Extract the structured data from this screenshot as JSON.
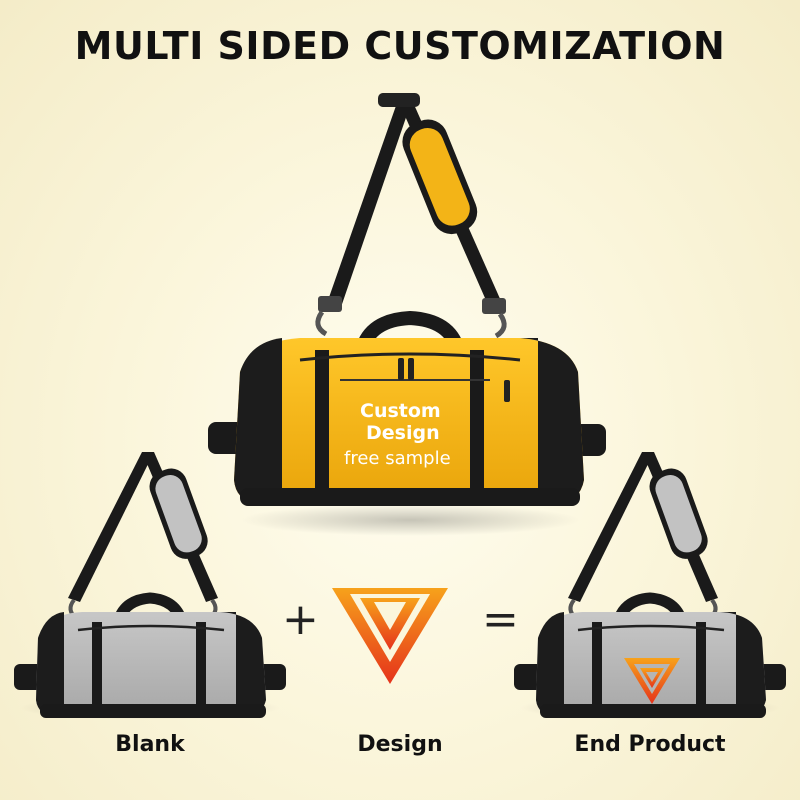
{
  "title": "MULTI SIDED CUSTOMIZATION",
  "main_bag": {
    "line1": "Custom",
    "line2": "Design",
    "line3": "free sample",
    "color": "#f3b417"
  },
  "operators": {
    "plus": "+",
    "equals": "="
  },
  "captions": {
    "blank": "Blank",
    "design": "Design",
    "end_product": "End Product"
  },
  "colors": {
    "accent_orange": "#f08a1c",
    "accent_red": "#e8321c",
    "bag_gray": "#b9b9b9",
    "strap_black": "#1a1a1a"
  },
  "icons": [
    "v-logo-icon",
    "plus-sign",
    "equals-sign"
  ]
}
